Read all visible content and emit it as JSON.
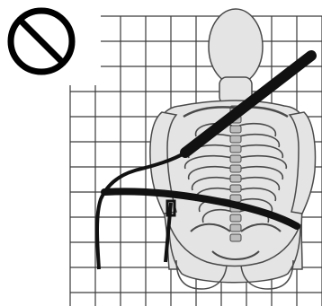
{
  "figure": {
    "background_color": "#ffffff",
    "grid_color": "#3a3a3a",
    "body_fill": "#e4e4e4",
    "body_outline": "#4a4a4a",
    "belt_color": "#111111",
    "prohibition_color": "#000000",
    "icons": {
      "prohibition": "no-symbol-icon"
    },
    "parts": {
      "torso": "torso-skeleton",
      "shoulder_belt": "shoulder-belt-behind-arm",
      "lap_belt": "lap-belt",
      "buckle_strap": "buckle-strap"
    }
  }
}
